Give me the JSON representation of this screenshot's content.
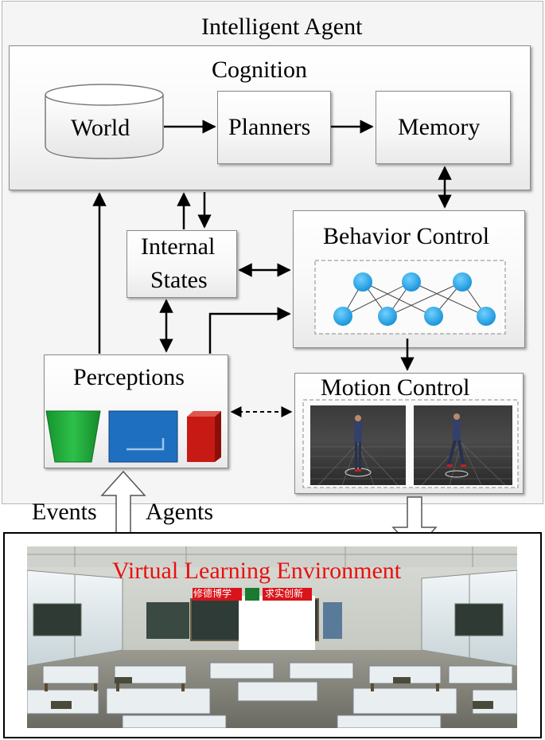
{
  "agent": {
    "title": "Intelligent Agent"
  },
  "cognition": {
    "title": "Cognition",
    "world": "World",
    "planners": "Planners",
    "memory": "Memory"
  },
  "internal_states": {
    "line1": "Internal",
    "line2": "States"
  },
  "behavior_control": {
    "title": "Behavior Control"
  },
  "perceptions": {
    "title": "Perceptions"
  },
  "motion_control": {
    "title": "Motion Control"
  },
  "inputs": {
    "events": "Events",
    "agents": "Agents"
  },
  "environment": {
    "title": "Virtual Learning Environment",
    "banner_left": "修德博学",
    "banner_right": "求实创新"
  },
  "colors": {
    "node_blue": "#1a9fe0",
    "env_title_red": "#e81010",
    "shape_green": "#1faa3a",
    "shape_blue": "#1f6fc0",
    "shape_red": "#c81a14",
    "banner_red": "#d8141a"
  }
}
